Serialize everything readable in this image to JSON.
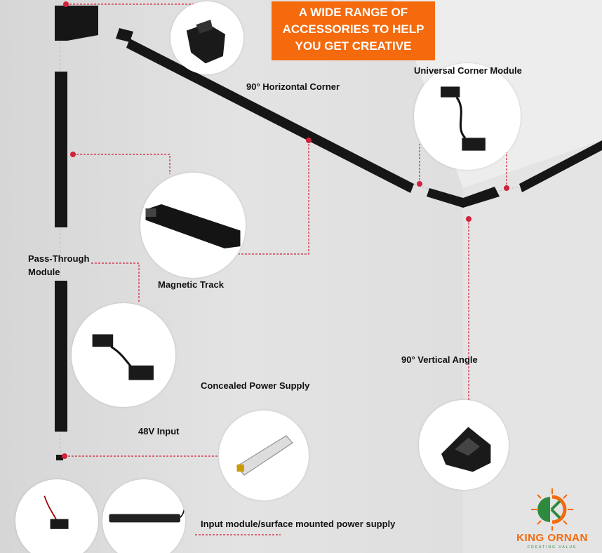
{
  "banner": {
    "title": "A WIDE RANGE OF ACCESSORIES TO HELP YOU GET CREATIVE"
  },
  "labels": {
    "horizontal_corner": "90° Horizontal Corner",
    "universal_corner": "Universal Corner Module",
    "pass_through": "Pass-Through Module",
    "magnetic_track": "Magnetic Track",
    "vertical_angle": "90° Vertical Angle",
    "concealed_power": "Concealed Power Supply",
    "input_48v": "48V Input",
    "input_module": "Input module/surface mounted power supply"
  },
  "logo": {
    "name": "KING ORNAN",
    "tagline": "CREATING VALUE",
    "letter": "K"
  },
  "colors": {
    "accent": "#f46a0c",
    "marker": "#d0223a",
    "track": "#161616",
    "logo_green": "#2e8b3e"
  }
}
